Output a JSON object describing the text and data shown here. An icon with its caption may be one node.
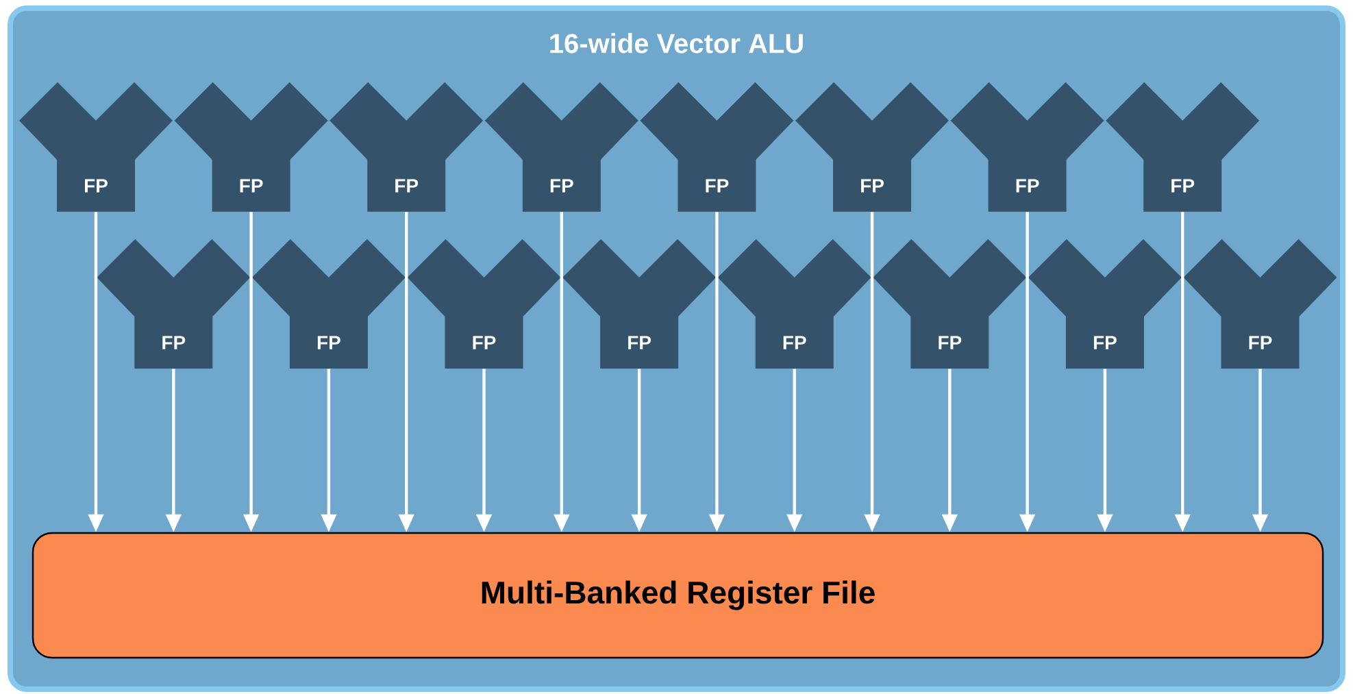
{
  "diagram": {
    "nodes": [
      {
        "text": [
          "16-wide Vector ALU"
        ]
      },
      {
        "text": [
          "FP"
        ],
        "in": 0
      },
      {
        "text": [
          "FP"
        ],
        "in": 0
      },
      {
        "text": [
          "FP"
        ],
        "in": 0
      },
      {
        "text": [
          "FP"
        ],
        "in": 0
      },
      {
        "text": [
          "FP"
        ],
        "in": 0
      },
      {
        "text": [
          "FP"
        ],
        "in": 0
      },
      {
        "text": [
          "FP"
        ],
        "in": 0
      },
      {
        "text": [
          "FP"
        ],
        "in": 0
      },
      {
        "text": [
          "FP"
        ],
        "in": 0
      },
      {
        "text": [
          "FP"
        ],
        "in": 0
      },
      {
        "text": [
          "FP"
        ],
        "in": 0
      },
      {
        "text": [
          "FP"
        ],
        "in": 0
      },
      {
        "text": [
          "FP"
        ],
        "in": 0
      },
      {
        "text": [
          "FP"
        ],
        "in": 0
      },
      {
        "text": [
          "FP"
        ],
        "in": 0
      },
      {
        "text": [
          "FP"
        ],
        "in": 0
      },
      {
        "text": [
          "Multi-Banked Register File"
        ],
        "in": 0
      }
    ],
    "edges": [
      {
        "from": 1,
        "to": 17,
        "arrow": "to"
      },
      {
        "from": 9,
        "to": 17,
        "arrow": "to"
      },
      {
        "from": 2,
        "to": 17,
        "arrow": "to"
      },
      {
        "from": 10,
        "to": 17,
        "arrow": "to"
      },
      {
        "from": 3,
        "to": 17,
        "arrow": "to"
      },
      {
        "from": 11,
        "to": 17,
        "arrow": "to"
      },
      {
        "from": 4,
        "to": 17,
        "arrow": "to"
      },
      {
        "from": 12,
        "to": 17,
        "arrow": "to"
      },
      {
        "from": 5,
        "to": 17,
        "arrow": "to"
      },
      {
        "from": 13,
        "to": 17,
        "arrow": "to"
      },
      {
        "from": 6,
        "to": 17,
        "arrow": "to"
      },
      {
        "from": 14,
        "to": 17,
        "arrow": "to"
      },
      {
        "from": 7,
        "to": 17,
        "arrow": "to"
      },
      {
        "from": 15,
        "to": 17,
        "arrow": "to"
      },
      {
        "from": 8,
        "to": 17,
        "arrow": "to"
      },
      {
        "from": 16,
        "to": 17,
        "arrow": "to"
      }
    ]
  }
}
